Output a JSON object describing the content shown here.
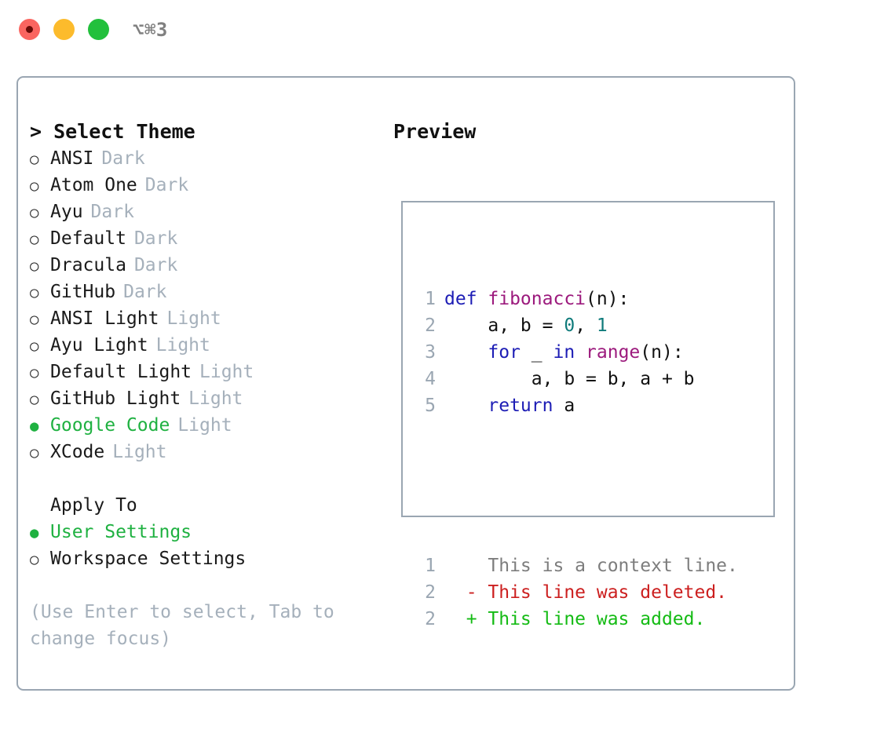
{
  "titlebar": {
    "shortcut": "⌥⌘3",
    "dots": [
      {
        "name": "close-dot",
        "color": "#fa6560"
      },
      {
        "name": "minimize-dot",
        "color": "#fcbb2c"
      },
      {
        "name": "maximize-dot",
        "color": "#22c03c"
      }
    ]
  },
  "left": {
    "header": "> Select Theme",
    "themes": [
      {
        "bullet": "○",
        "name": "ANSI",
        "tag": "Dark",
        "selected": false
      },
      {
        "bullet": "○",
        "name": "Atom One",
        "tag": "Dark",
        "selected": false
      },
      {
        "bullet": "○",
        "name": "Ayu",
        "tag": "Dark",
        "selected": false
      },
      {
        "bullet": "○",
        "name": "Default",
        "tag": "Dark",
        "selected": false
      },
      {
        "bullet": "○",
        "name": "Dracula",
        "tag": "Dark",
        "selected": false
      },
      {
        "bullet": "○",
        "name": "GitHub",
        "tag": "Dark",
        "selected": false
      },
      {
        "bullet": "○",
        "name": "ANSI Light",
        "tag": "Light",
        "selected": false
      },
      {
        "bullet": "○",
        "name": "Ayu Light",
        "tag": "Light",
        "selected": false
      },
      {
        "bullet": "○",
        "name": "Default Light",
        "tag": "Light",
        "selected": false
      },
      {
        "bullet": "○",
        "name": "GitHub Light",
        "tag": "Light",
        "selected": false
      },
      {
        "bullet": "●",
        "name": "Google Code",
        "tag": "Light",
        "selected": true
      },
      {
        "bullet": "○",
        "name": "XCode",
        "tag": "Light",
        "selected": false
      }
    ],
    "apply_to_header": "Apply To",
    "apply_to": [
      {
        "bullet": "●",
        "name": "User Settings",
        "selected": true
      },
      {
        "bullet": "○",
        "name": "Workspace Settings",
        "selected": false
      }
    ],
    "hint": "(Use Enter to select, Tab to change focus)"
  },
  "right": {
    "header": "Preview",
    "code_lines": [
      {
        "no": "1",
        "tokens": [
          {
            "t": "def ",
            "c": "kw"
          },
          {
            "t": "fibonacci",
            "c": "fn"
          },
          {
            "t": "(n):",
            "c": "pl"
          }
        ]
      },
      {
        "no": "2",
        "tokens": [
          {
            "t": "    a, b = ",
            "c": "pl"
          },
          {
            "t": "0",
            "c": "num"
          },
          {
            "t": ", ",
            "c": "pl"
          },
          {
            "t": "1",
            "c": "num"
          }
        ]
      },
      {
        "no": "3",
        "tokens": [
          {
            "t": "    ",
            "c": "pl"
          },
          {
            "t": "for",
            "c": "kw"
          },
          {
            "t": " _ ",
            "c": "pl"
          },
          {
            "t": "in",
            "c": "kw"
          },
          {
            "t": " ",
            "c": "pl"
          },
          {
            "t": "range",
            "c": "fn"
          },
          {
            "t": "(n):",
            "c": "pl"
          }
        ]
      },
      {
        "no": "4",
        "tokens": [
          {
            "t": "        a, b = b, a + b",
            "c": "pl"
          }
        ]
      },
      {
        "no": "5",
        "tokens": [
          {
            "t": "    ",
            "c": "pl"
          },
          {
            "t": "return",
            "c": "kw"
          },
          {
            "t": " a",
            "c": "pl"
          }
        ]
      }
    ],
    "diff_lines": [
      {
        "no": "1",
        "marker": "  ",
        "text": "This is a context line.",
        "kind": "ctx"
      },
      {
        "no": "2",
        "marker": "- ",
        "text": "This line was deleted.",
        "kind": "del"
      },
      {
        "no": "2",
        "marker": "+ ",
        "text": "This line was added.",
        "kind": "add"
      }
    ]
  },
  "colors": {
    "accent_green": "#1fb141",
    "border": "#9aa6b2",
    "muted": "#a5b0bb",
    "keyword": "#1d1db5",
    "function": "#9c1a7d",
    "number": "#0f7b7b",
    "diff_added": "#14bb14",
    "diff_deleted": "#cc1f1f",
    "diff_context": "#7d7d7d"
  }
}
